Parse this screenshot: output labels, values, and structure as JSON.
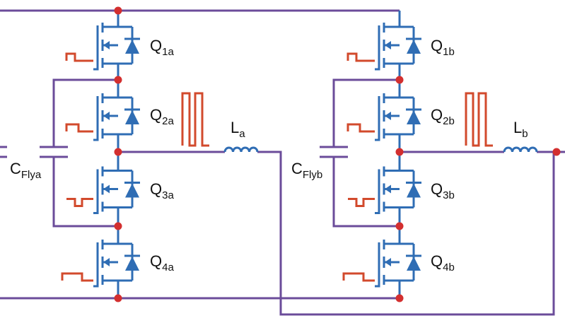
{
  "colors": {
    "bus_wire": "#6b4c9a",
    "device_wire": "#2f6db4",
    "gate_signal": "#d24a2c",
    "node": "#d32f2f",
    "background": "#ffffff"
  },
  "legs": [
    {
      "switches": [
        {
          "main": "Q",
          "sub": "1a"
        },
        {
          "main": "Q",
          "sub": "2a"
        },
        {
          "main": "Q",
          "sub": "3a"
        },
        {
          "main": "Q",
          "sub": "4a"
        }
      ],
      "capacitor": {
        "main": "C",
        "sub": "Flya"
      },
      "inductor": {
        "main": "L",
        "sub": "a"
      }
    },
    {
      "switches": [
        {
          "main": "Q",
          "sub": "1b"
        },
        {
          "main": "Q",
          "sub": "2b"
        },
        {
          "main": "Q",
          "sub": "3b"
        },
        {
          "main": "Q",
          "sub": "4b"
        }
      ],
      "capacitor": {
        "main": "C",
        "sub": "Flyb"
      },
      "inductor": {
        "main": "L",
        "sub": "b"
      }
    }
  ]
}
